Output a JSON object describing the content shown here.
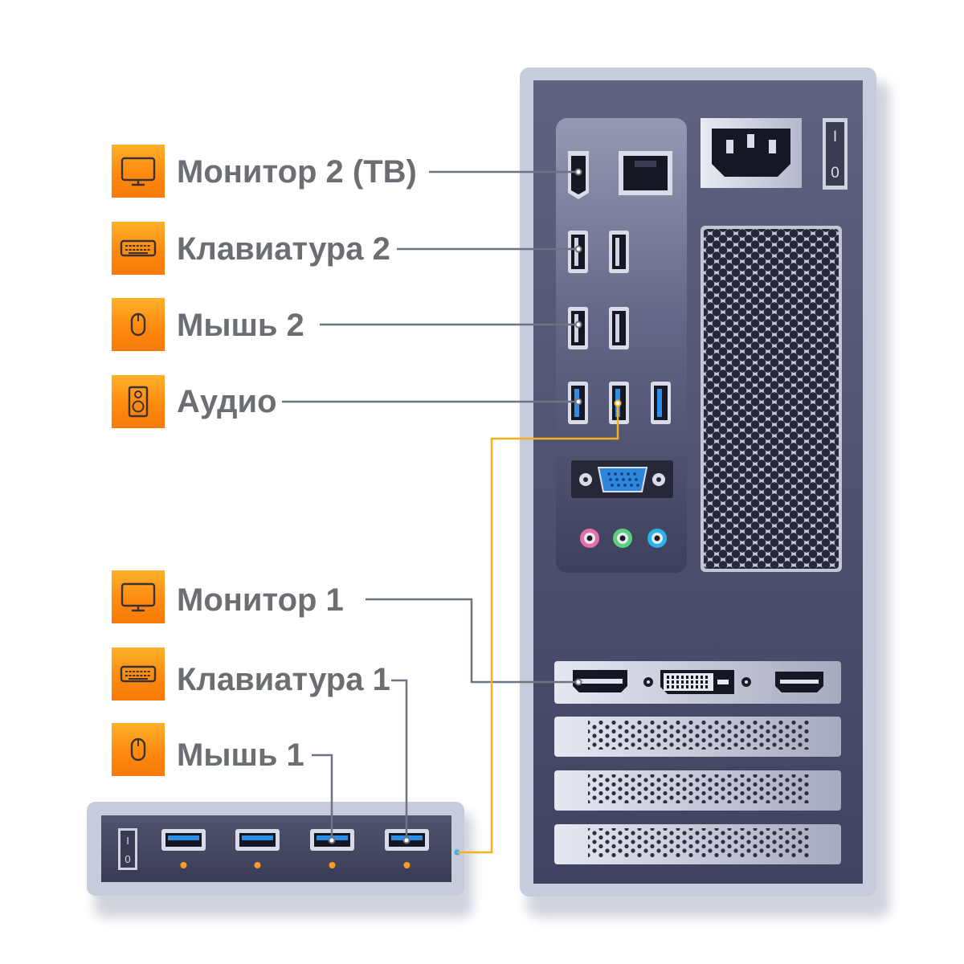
{
  "colors": {
    "icon_tile": "#ff9a1a",
    "label_text": "#6b6e73",
    "leader_line": "#6b7480",
    "usb_link_line": "#f2b21f",
    "case_frame": "#c7ccdc",
    "case_panel": "#4f5270",
    "usb3_blue": "#2c8ee6",
    "audio_pink": "#e56fa8",
    "audio_green": "#5ccf7d",
    "audio_blue": "#2ab3ea",
    "usb_led": "#ff9a1a"
  },
  "labels": {
    "monitor2": "Монитор 2 (ТВ)",
    "keyboard2": "Клавиатура 2",
    "mouse2": "Мышь 2",
    "audio": "Аудио",
    "monitor1": "Монитор 1",
    "keyboard1": "Клавиатура 1",
    "mouse1": "Мышь 1"
  },
  "icons": {
    "monitor2": "monitor-icon",
    "keyboard2": "keyboard-icon",
    "mouse2": "mouse-icon",
    "audio": "speaker-icon",
    "monitor1": "monitor-icon",
    "keyboard1": "keyboard-icon",
    "mouse1": "mouse-icon"
  },
  "switch_marks": {
    "on": "I",
    "off": "0"
  },
  "usb_hub": {
    "port_count": 4
  }
}
